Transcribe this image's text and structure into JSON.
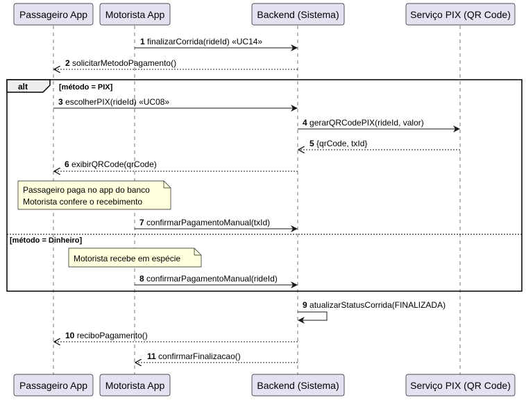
{
  "participants": [
    {
      "name": "Passageiro App"
    },
    {
      "name": "Motorista App"
    },
    {
      "name": "Backend (Sistema)"
    },
    {
      "name": "Serviço PIX (QR Code)"
    }
  ],
  "fragment": {
    "label": "alt",
    "guards": [
      "[método = PIX]",
      "[método = Dinheiro]"
    ]
  },
  "messages": [
    {
      "num": "1",
      "text": "finalizarCorrida(rideId) «UC14»",
      "from": "Motorista App",
      "to": "Backend (Sistema)",
      "kind": "sync"
    },
    {
      "num": "2",
      "text": "solicitarMetodoPagamento()",
      "from": "Backend (Sistema)",
      "to": "Passageiro App",
      "kind": "return"
    },
    {
      "num": "3",
      "text": "escolherPIX(rideId) «UC08»",
      "from": "Passageiro App",
      "to": "Backend (Sistema)",
      "kind": "sync"
    },
    {
      "num": "4",
      "text": "gerarQRCodePIX(rideId, valor)",
      "from": "Backend (Sistema)",
      "to": "Serviço PIX (QR Code)",
      "kind": "sync"
    },
    {
      "num": "5",
      "text": "{qrCode, txId}",
      "from": "Serviço PIX (QR Code)",
      "to": "Backend (Sistema)",
      "kind": "return"
    },
    {
      "num": "6",
      "text": "exibirQRCode(qrCode)",
      "from": "Backend (Sistema)",
      "to": "Passageiro App",
      "kind": "return"
    },
    {
      "num": "7",
      "text": "confirmarPagamentoManual(txId)",
      "from": "Motorista App",
      "to": "Backend (Sistema)",
      "kind": "sync"
    },
    {
      "num": "8",
      "text": "confirmarPagamentoManual(rideId)",
      "from": "Motorista App",
      "to": "Backend (Sistema)",
      "kind": "sync"
    },
    {
      "num": "9",
      "text": "atualizarStatusCorrida(FINALIZADA)",
      "from": "Backend (Sistema)",
      "to": "Backend (Sistema)",
      "kind": "self"
    },
    {
      "num": "10",
      "text": "reciboPagamento()",
      "from": "Backend (Sistema)",
      "to": "Passageiro App",
      "kind": "return"
    },
    {
      "num": "11",
      "text": "confirmarFinalizacao()",
      "from": "Backend (Sistema)",
      "to": "Motorista App",
      "kind": "return"
    }
  ],
  "notes": [
    {
      "lines": [
        "Passageiro paga no app do banco",
        "Motorista confere o recebimento"
      ]
    },
    {
      "lines": [
        "Motorista recebe em espécie"
      ]
    }
  ],
  "colors": {
    "participant_fill": "#E2E2F0",
    "participant_border": "#181818",
    "lifeline": "#181818",
    "note_fill": "#FEFFDD",
    "note_border": "#181818"
  }
}
